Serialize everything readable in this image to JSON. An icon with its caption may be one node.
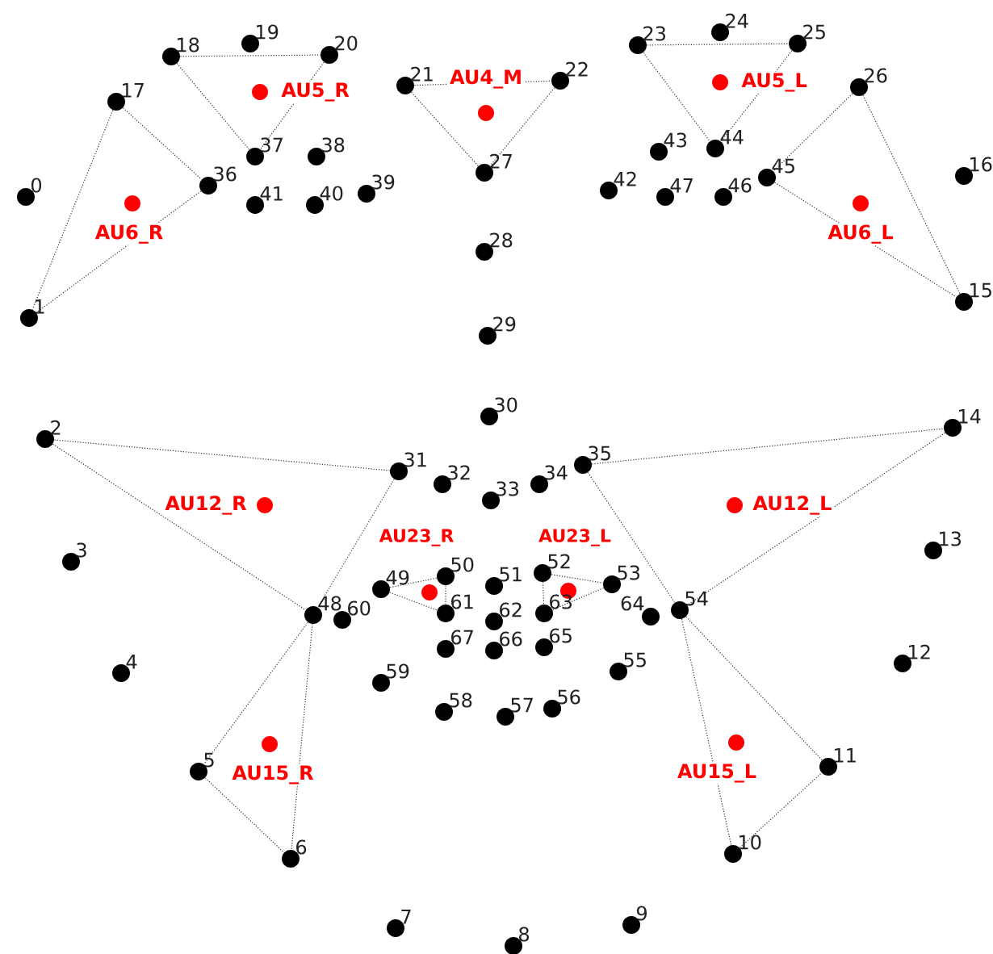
{
  "diagram": {
    "nodes": [
      {
        "text": [],
        "shape": "circle",
        "beside": [
          "0"
        ]
      },
      {
        "text": [],
        "shape": "circle",
        "beside": [
          "1"
        ]
      },
      {
        "text": [],
        "shape": "circle",
        "beside": [
          "2"
        ]
      },
      {
        "text": [],
        "shape": "circle",
        "beside": [
          "3"
        ]
      },
      {
        "text": [],
        "shape": "circle",
        "beside": [
          "4"
        ]
      },
      {
        "text": [],
        "shape": "circle",
        "beside": [
          "5"
        ]
      },
      {
        "text": [],
        "shape": "circle",
        "beside": [
          "6"
        ]
      },
      {
        "text": [],
        "shape": "circle",
        "beside": [
          "7"
        ]
      },
      {
        "text": [],
        "shape": "circle",
        "beside": [
          "8"
        ]
      },
      {
        "text": [],
        "shape": "circle",
        "beside": [
          "9"
        ]
      },
      {
        "text": [],
        "shape": "circle",
        "beside": [
          "10"
        ]
      },
      {
        "text": [],
        "shape": "circle",
        "beside": [
          "11"
        ]
      },
      {
        "text": [],
        "shape": "circle",
        "beside": [
          "12"
        ]
      },
      {
        "text": [],
        "shape": "circle",
        "beside": [
          "13"
        ]
      },
      {
        "text": [],
        "shape": "circle",
        "beside": [
          "14"
        ]
      },
      {
        "text": [],
        "shape": "circle",
        "beside": [
          "15"
        ]
      },
      {
        "text": [],
        "shape": "circle",
        "beside": [
          "16"
        ]
      },
      {
        "text": [],
        "shape": "circle",
        "beside": [
          "17"
        ]
      },
      {
        "text": [],
        "shape": "circle",
        "beside": [
          "18"
        ]
      },
      {
        "text": [],
        "shape": "circle",
        "beside": [
          "19"
        ]
      },
      {
        "text": [],
        "shape": "circle",
        "beside": [
          "20"
        ]
      },
      {
        "text": [],
        "shape": "circle",
        "beside": [
          "21"
        ]
      },
      {
        "text": [],
        "shape": "circle",
        "beside": [
          "22"
        ]
      },
      {
        "text": [],
        "shape": "circle",
        "beside": [
          "23"
        ]
      },
      {
        "text": [],
        "shape": "circle",
        "beside": [
          "24"
        ]
      },
      {
        "text": [],
        "shape": "circle",
        "beside": [
          "25"
        ]
      },
      {
        "text": [],
        "shape": "circle",
        "beside": [
          "26"
        ]
      },
      {
        "text": [],
        "shape": "circle",
        "beside": [
          "27"
        ]
      },
      {
        "text": [],
        "shape": "circle",
        "beside": [
          "28"
        ]
      },
      {
        "text": [],
        "shape": "circle",
        "beside": [
          "29"
        ]
      },
      {
        "text": [],
        "shape": "circle",
        "beside": [
          "30"
        ]
      },
      {
        "text": [],
        "shape": "circle",
        "beside": [
          "31"
        ]
      },
      {
        "text": [],
        "shape": "circle",
        "beside": [
          "32"
        ]
      },
      {
        "text": [],
        "shape": "circle",
        "beside": [
          "33"
        ]
      },
      {
        "text": [],
        "shape": "circle",
        "beside": [
          "34"
        ]
      },
      {
        "text": [],
        "shape": "circle",
        "beside": [
          "35"
        ]
      },
      {
        "text": [],
        "shape": "circle",
        "beside": [
          "36"
        ]
      },
      {
        "text": [],
        "shape": "circle",
        "beside": [
          "37"
        ]
      },
      {
        "text": [],
        "shape": "circle",
        "beside": [
          "38"
        ]
      },
      {
        "text": [],
        "shape": "circle",
        "beside": [
          "39"
        ]
      },
      {
        "text": [],
        "shape": "circle",
        "beside": [
          "40"
        ]
      },
      {
        "text": [],
        "shape": "circle",
        "beside": [
          "41"
        ]
      },
      {
        "text": [],
        "shape": "circle",
        "beside": [
          "42"
        ]
      },
      {
        "text": [],
        "shape": "circle",
        "beside": [
          "43"
        ]
      },
      {
        "text": [],
        "shape": "circle",
        "beside": [
          "44"
        ]
      },
      {
        "text": [],
        "shape": "circle",
        "beside": [
          "45"
        ]
      },
      {
        "text": [],
        "shape": "circle",
        "beside": [
          "46"
        ]
      },
      {
        "text": [],
        "shape": "circle",
        "beside": [
          "47"
        ]
      },
      {
        "text": [],
        "shape": "circle",
        "beside": [
          "48"
        ]
      },
      {
        "text": [],
        "shape": "circle",
        "beside": [
          "49"
        ]
      },
      {
        "text": [],
        "shape": "circle",
        "beside": [
          "50"
        ]
      },
      {
        "text": [],
        "shape": "circle",
        "beside": [
          "51"
        ]
      },
      {
        "text": [],
        "shape": "circle",
        "beside": [
          "52"
        ]
      },
      {
        "text": [],
        "shape": "circle",
        "beside": [
          "53"
        ]
      },
      {
        "text": [],
        "shape": "circle",
        "beside": [
          "54"
        ]
      },
      {
        "text": [],
        "shape": "circle",
        "beside": [
          "55"
        ]
      },
      {
        "text": [],
        "shape": "circle",
        "beside": [
          "56"
        ]
      },
      {
        "text": [],
        "shape": "circle",
        "beside": [
          "57"
        ]
      },
      {
        "text": [],
        "shape": "circle",
        "beside": [
          "58"
        ]
      },
      {
        "text": [],
        "shape": "circle",
        "beside": [
          "59"
        ]
      },
      {
        "text": [],
        "shape": "circle",
        "beside": [
          "60"
        ]
      },
      {
        "text": [],
        "shape": "circle",
        "beside": [
          "61"
        ]
      },
      {
        "text": [],
        "shape": "circle",
        "beside": [
          "62"
        ]
      },
      {
        "text": [],
        "shape": "circle",
        "beside": [
          "63"
        ]
      },
      {
        "text": [],
        "shape": "circle",
        "beside": [
          "64"
        ]
      },
      {
        "text": [],
        "shape": "circle",
        "beside": [
          "65"
        ]
      },
      {
        "text": [],
        "shape": "circle",
        "beside": [
          "66"
        ]
      },
      {
        "text": [],
        "shape": "circle",
        "beside": [
          "67"
        ]
      },
      {
        "text": [],
        "shape": "circle",
        "beside": [
          "AU5_R"
        ]
      },
      {
        "text": [],
        "shape": "circle",
        "beside": [
          "AU4_M"
        ]
      },
      {
        "text": [],
        "shape": "circle",
        "beside": [
          "AU5_L"
        ]
      },
      {
        "text": [],
        "shape": "circle",
        "beside": [
          "AU6_R"
        ]
      },
      {
        "text": [],
        "shape": "circle",
        "beside": [
          "AU6_L"
        ]
      },
      {
        "text": [],
        "shape": "circle",
        "beside": [
          "AU12_R"
        ]
      },
      {
        "text": [],
        "shape": "circle",
        "beside": [
          "AU12_L"
        ]
      },
      {
        "text": [],
        "shape": "circle"
      },
      {
        "text": [],
        "shape": "circle"
      },
      {
        "text": [],
        "shape": "circle",
        "beside": [
          "AU15_R"
        ]
      },
      {
        "text": [],
        "shape": "circle",
        "beside": [
          "AU15_L"
        ]
      }
    ],
    "edges": [
      {
        "from": 18,
        "to": 20,
        "arrow": "none"
      },
      {
        "from": 18,
        "to": 37,
        "arrow": "none"
      },
      {
        "from": 20,
        "to": 37,
        "arrow": "none"
      },
      {
        "from": 17,
        "to": 36,
        "arrow": "none"
      },
      {
        "from": 17,
        "to": 1,
        "arrow": "none"
      },
      {
        "from": 36,
        "to": 1,
        "arrow": "none"
      },
      {
        "from": 21,
        "to": 22,
        "arrow": "none"
      },
      {
        "from": 21,
        "to": 27,
        "arrow": "none"
      },
      {
        "from": 22,
        "to": 27,
        "arrow": "none"
      },
      {
        "from": 23,
        "to": 25,
        "arrow": "none"
      },
      {
        "from": 23,
        "to": 44,
        "arrow": "none"
      },
      {
        "from": 25,
        "to": 44,
        "arrow": "none"
      },
      {
        "from": 26,
        "to": 45,
        "arrow": "none"
      },
      {
        "from": 26,
        "to": 15,
        "arrow": "none"
      },
      {
        "from": 45,
        "to": 15,
        "arrow": "none"
      },
      {
        "from": 2,
        "to": 31,
        "arrow": "none"
      },
      {
        "from": 2,
        "to": 48,
        "arrow": "none"
      },
      {
        "from": 31,
        "to": 48,
        "arrow": "none"
      },
      {
        "from": 35,
        "to": 14,
        "arrow": "none"
      },
      {
        "from": 35,
        "to": 54,
        "arrow": "none"
      },
      {
        "from": 14,
        "to": 54,
        "arrow": "none"
      },
      {
        "from": 49,
        "to": 50,
        "arrow": "none"
      },
      {
        "from": 49,
        "to": 61,
        "arrow": "none"
      },
      {
        "from": 50,
        "to": 61,
        "arrow": "none"
      },
      {
        "from": 52,
        "to": 53,
        "arrow": "none"
      },
      {
        "from": 53,
        "to": 63,
        "arrow": "none"
      },
      {
        "from": 52,
        "to": 63,
        "arrow": "none"
      },
      {
        "from": 48,
        "to": 5,
        "arrow": "none"
      },
      {
        "from": 48,
        "to": 6,
        "arrow": "none"
      },
      {
        "from": 5,
        "to": 6,
        "arrow": "none"
      },
      {
        "from": 54,
        "to": 10,
        "arrow": "none"
      },
      {
        "from": 54,
        "to": 11,
        "arrow": "none"
      },
      {
        "from": 10,
        "to": 11,
        "arrow": "none"
      }
    ],
    "labels": [
      "AU23_R",
      "AU23_L"
    ]
  }
}
